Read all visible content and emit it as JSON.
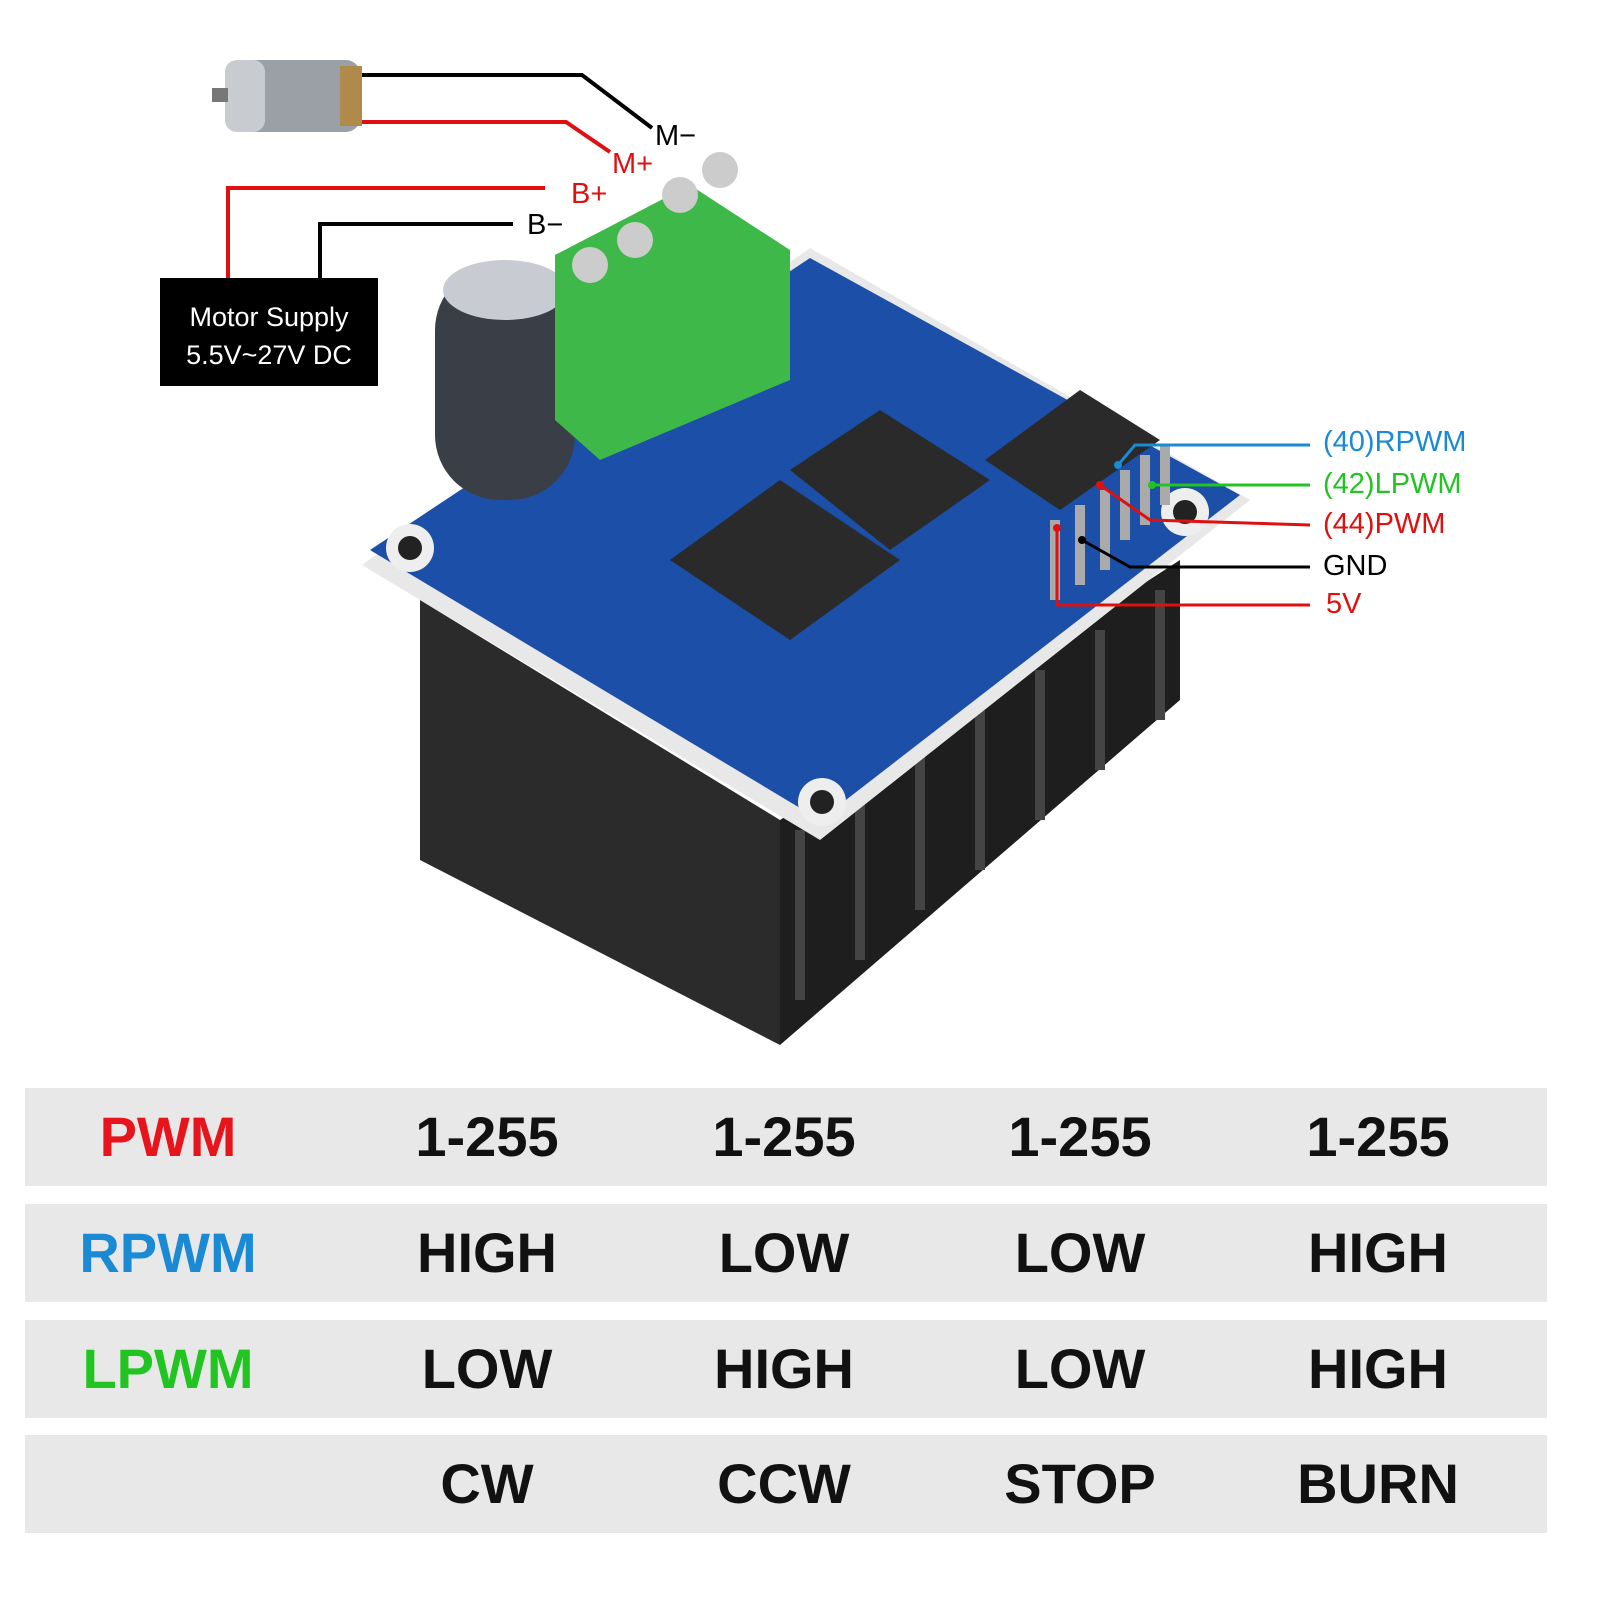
{
  "wiring": {
    "motor_terminals": [
      {
        "label": "M−",
        "color": "#000000"
      },
      {
        "label": "M+",
        "color": "#e01010"
      }
    ],
    "supply_terminals": [
      {
        "label": "B+",
        "color": "#e01010"
      },
      {
        "label": "B−",
        "color": "#000000"
      }
    ],
    "supply_box": {
      "line1": "Motor Supply",
      "line2": "5.5V~27V DC"
    },
    "pins": [
      {
        "label": "(40)RPWM",
        "color": "#1a8ad4"
      },
      {
        "label": "(42)LPWM",
        "color": "#22c422"
      },
      {
        "label": "(44)PWM",
        "color": "#e01010"
      },
      {
        "label": "GND",
        "color": "#000000"
      },
      {
        "label": "5V",
        "color": "#e01010"
      }
    ]
  },
  "truth_table": {
    "rows": [
      {
        "label": "PWM",
        "color": "#e8141c",
        "values": [
          "1-255",
          "1-255",
          "1-255",
          "1-255"
        ]
      },
      {
        "label": "RPWM",
        "color": "#1a8ad4",
        "values": [
          "HIGH",
          "LOW",
          "LOW",
          "HIGH"
        ]
      },
      {
        "label": "LPWM",
        "color": "#22c422",
        "values": [
          "LOW",
          "HIGH",
          "LOW",
          "HIGH"
        ]
      },
      {
        "label": "",
        "color": "#111111",
        "values": [
          "CW",
          "CCW",
          "STOP",
          "BURN"
        ]
      }
    ]
  }
}
